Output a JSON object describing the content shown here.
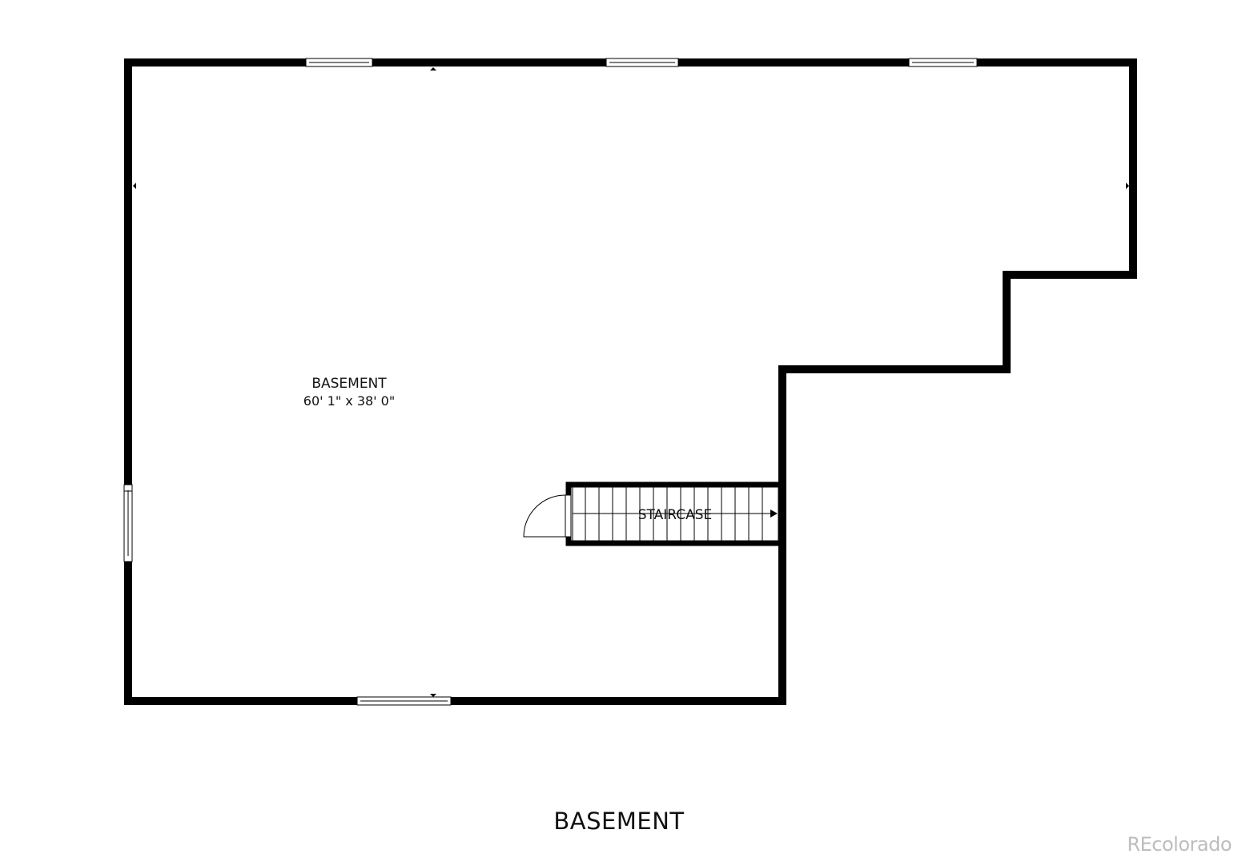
{
  "plan": {
    "floor_title": "BASEMENT",
    "watermark": "REcolorado",
    "rooms": [
      {
        "name": "BASEMENT",
        "dimensions": "60' 1\" x 38' 0\""
      },
      {
        "name": "STAIRCASE"
      }
    ]
  },
  "colors": {
    "wall": "#000000",
    "background": "#ffffff",
    "watermark": "#bdbdbd"
  }
}
